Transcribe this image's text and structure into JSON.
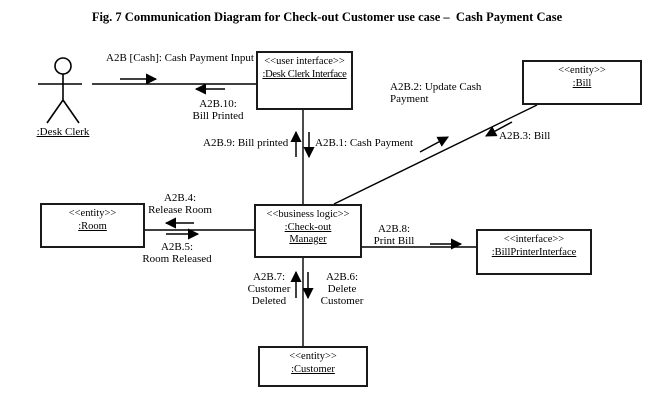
{
  "title": "Fig. 7 Communication Diagram for Check-out Customer use case –  Cash Payment Case",
  "actor": {
    "label": ":Desk Clerk"
  },
  "objects": {
    "desk_clerk_interface": {
      "stereotype": "<<user interface>>",
      "name": ":Desk Clerk Interface"
    },
    "bill": {
      "stereotype": "<<entity>>",
      "name": ":Bill"
    },
    "checkout_manager": {
      "stereotype": "<<business logic>>",
      "name": ":Check-out\nManager"
    },
    "room": {
      "stereotype": "<<entity>>",
      "name": ":Room"
    },
    "bill_printer_interface": {
      "stereotype": "<<interface>>",
      "name": ":BillPrinterInterface"
    },
    "customer": {
      "stereotype": "<<entity>>",
      "name": ":Customer"
    }
  },
  "messages": {
    "cash_payment_input": "A2B [Cash]: Cash Payment Input",
    "bill_printed_return": "A2B.10:\nBill Printed",
    "cash_payment": "A2B.1: Cash Payment",
    "bill_printed": "A2B.9: Bill printed",
    "update_cash_payment": "A2B.2: Update Cash\nPayment",
    "bill_return": "A2B.3: Bill",
    "release_room": "A2B.4:\nRelease Room",
    "room_released": "A2B.5:\nRoom Released",
    "print_bill": "A2B.8:\nPrint Bill",
    "delete_customer": "A2B.6:\nDelete\nCustomer",
    "customer_deleted": "A2B.7:\nCustomer\nDeleted"
  },
  "colors": {
    "line": "#000000",
    "background": "#ffffff",
    "text": "#000000"
  }
}
